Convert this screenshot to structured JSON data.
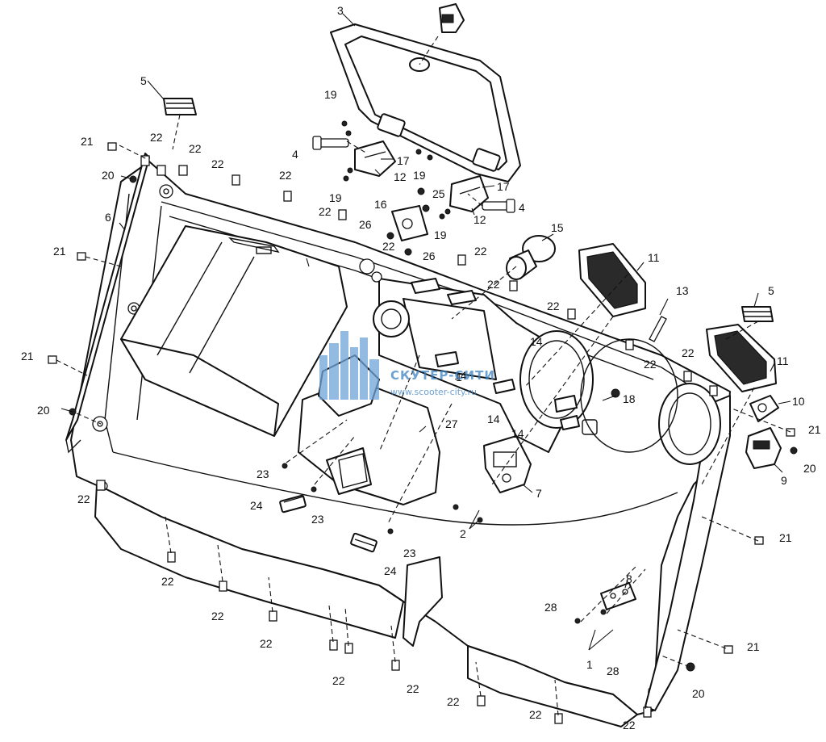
{
  "callouts": [
    "1",
    "2",
    "3",
    "4",
    "5",
    "6",
    "7",
    "8",
    "9",
    "10",
    "11",
    "12",
    "13",
    "14",
    "15",
    "16",
    "17",
    "18",
    "19",
    "20",
    "21",
    "22",
    "23",
    "24",
    "25",
    "26",
    "27",
    "28"
  ],
  "watermark": {
    "brand": "СКУТЕР-СИТИ",
    "url": "www.scooter-city.ru",
    "color": "#3b82c4"
  },
  "colors": {
    "line": "#111111",
    "background": "#ffffff"
  }
}
